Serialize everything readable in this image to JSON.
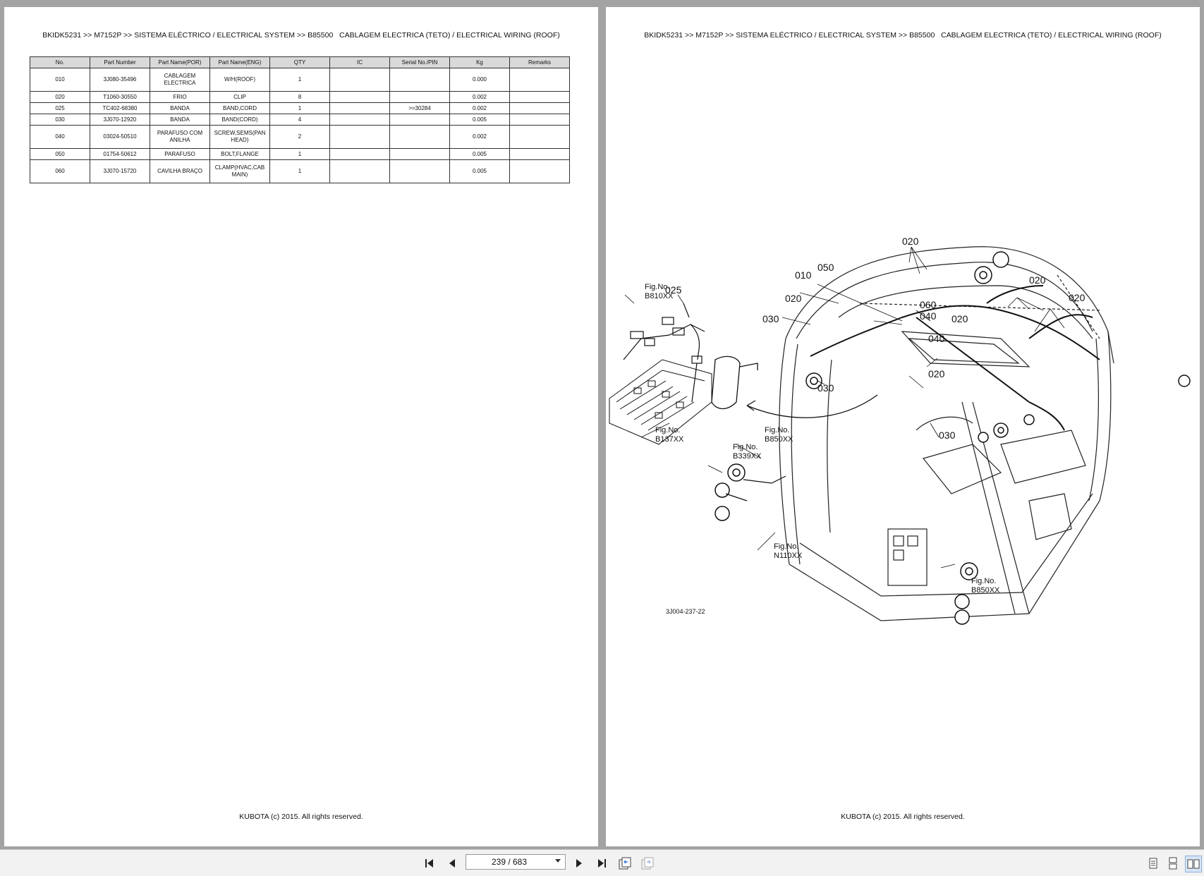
{
  "header": "BKIDK5231 >> M7152P >> SISTEMA ELÉCTRICO / ELECTRICAL SYSTEM >> B85500   CABLAGEM ELECTRICA (TETO) / ELECTRICAL WIRING (ROOF)",
  "footer": "KUBOTA (c) 2015. All rights reserved.",
  "table": {
    "columns": [
      "No.",
      "Part Number",
      "Part Name(POR)",
      "Part Name(ENG)",
      "QTY",
      "IC",
      "Serial No./PIN",
      "Kg",
      "Remarks"
    ],
    "rows": [
      {
        "no": "010",
        "part_number": "3J080-35496",
        "name_por": "CABLAGEM ELECTRICA",
        "name_eng": "W/H(ROOF)",
        "qty": "1",
        "ic": "",
        "serial": "",
        "kg": "0.000",
        "remarks": ""
      },
      {
        "no": "020",
        "part_number": "T1060-30550",
        "name_por": "FRIO",
        "name_eng": "CLIP",
        "qty": "8",
        "ic": "",
        "serial": "",
        "kg": "0.002",
        "remarks": ""
      },
      {
        "no": "025",
        "part_number": "TC402-68380",
        "name_por": "BANDA",
        "name_eng": "BAND,CORD",
        "qty": "1",
        "ic": "",
        "serial": ">=30284",
        "kg": "0.002",
        "remarks": ""
      },
      {
        "no": "030",
        "part_number": "3J070-12920",
        "name_por": "BANDA",
        "name_eng": "BAND(CORD)",
        "qty": "4",
        "ic": "",
        "serial": "",
        "kg": "0.005",
        "remarks": ""
      },
      {
        "no": "040",
        "part_number": "03024-50510",
        "name_por": "PARAFUSO COM ANILHA",
        "name_eng": "SCREW,SEMS(PAN HEAD)",
        "qty": "2",
        "ic": "",
        "serial": "",
        "kg": "0.002",
        "remarks": ""
      },
      {
        "no": "050",
        "part_number": "01754-50612",
        "name_por": "PARAFUSO",
        "name_eng": "BOLT,FLANGE",
        "qty": "1",
        "ic": "",
        "serial": "",
        "kg": "0.005",
        "remarks": ""
      },
      {
        "no": "060",
        "part_number": "3J070-15720",
        "name_por": "CAVILHA BRAÇO",
        "name_eng": "CLAMP(HVAC,CAB MAIN)",
        "qty": "1",
        "ic": "",
        "serial": "",
        "kg": "0.005",
        "remarks": ""
      }
    ]
  },
  "diagram": {
    "callouts": [
      "020",
      "010",
      "050",
      "020",
      "020",
      "020",
      "060",
      "040",
      "030",
      "020",
      "040",
      "030",
      "020",
      "030",
      "025"
    ],
    "fig_refs": [
      {
        "l1": "Fig.No.",
        "l2": "B810XX"
      },
      {
        "l1": "Fig.No.",
        "l2": "B137XX"
      },
      {
        "l1": "Fig.No.",
        "l2": "B850XX"
      },
      {
        "l1": "Fig.No.",
        "l2": "B339XX"
      },
      {
        "l1": "Fig.No.",
        "l2": "N110XX"
      },
      {
        "l1": "Fig.No.",
        "l2": "B850XX"
      }
    ],
    "drawing_code": "3J004-237-22"
  },
  "toolbar": {
    "page_value": "239 / 683",
    "icons": [
      "first-page-icon",
      "prev-page-icon",
      "next-page-icon",
      "last-page-icon",
      "prev-view-icon",
      "next-view-icon",
      "single-page-icon",
      "continuous-icon",
      "facing-pages-icon"
    ]
  }
}
